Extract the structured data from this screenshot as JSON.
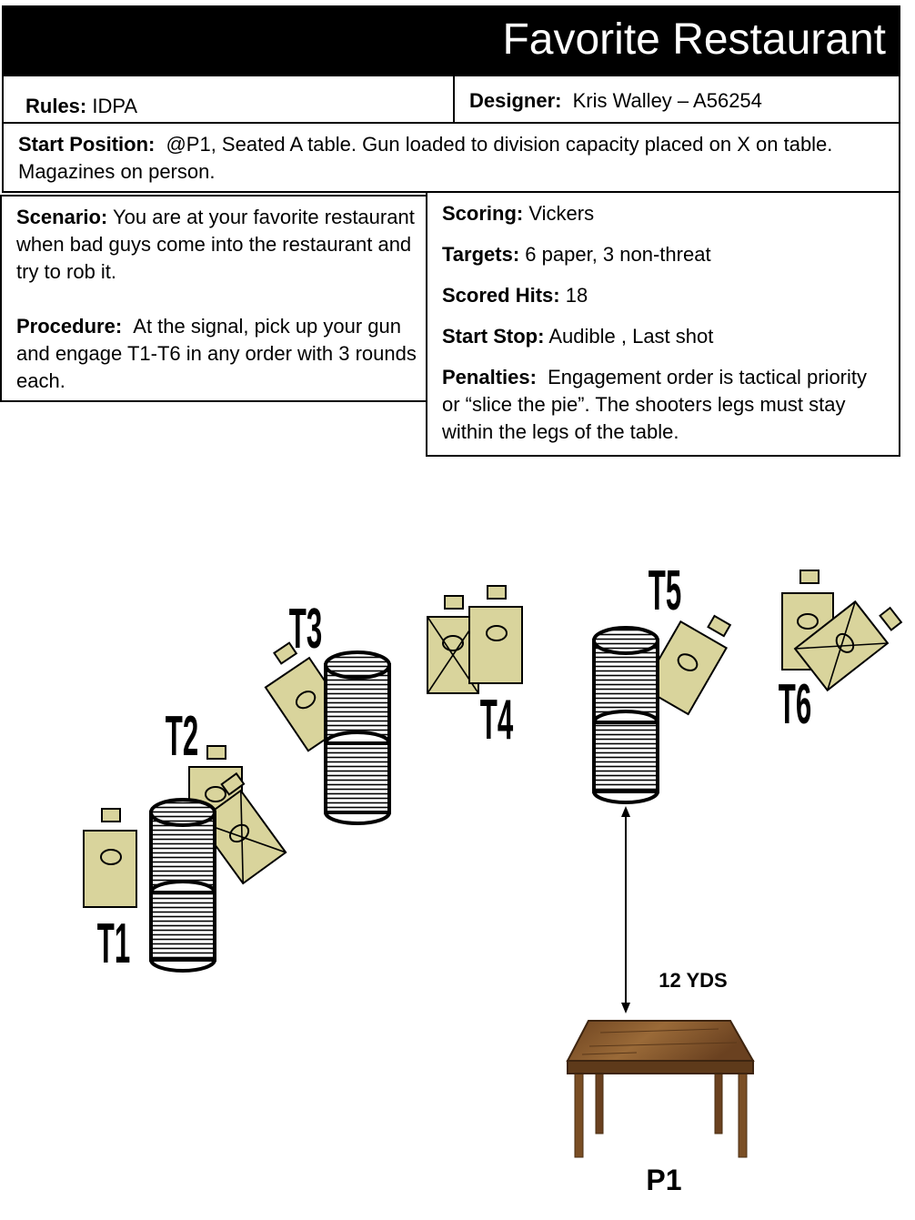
{
  "title": "Favorite Restaurant",
  "rules": {
    "label": "Rules:",
    "value": "IDPA"
  },
  "designer": {
    "label": "Designer:",
    "value": "Kris Walley – A56254"
  },
  "start_position": {
    "label": "Start Position:",
    "value": "@P1, Seated A table.  Gun loaded to division capacity placed on X on table.  Magazines on person."
  },
  "scenario": {
    "label": "Scenario:",
    "value": "You are at your favorite restaurant when bad guys come into the restaurant and try to rob it."
  },
  "procedure": {
    "label": "Procedure:",
    "value": "At the signal, pick up your gun and engage T1-T6  in any order with 3 rounds each."
  },
  "scoring": {
    "label": "Scoring:",
    "value": "Vickers"
  },
  "targets": {
    "label": "Targets:",
    "value": "6 paper, 3 non-threat"
  },
  "scored_hits": {
    "label": "Scored Hits:",
    "value": "18"
  },
  "start_stop": {
    "label": "Start Stop:",
    "value": "Audible , Last shot"
  },
  "penalties": {
    "label": "Penalties:",
    "value": "Engagement order is tactical priority or “slice the pie”.  The shooters legs must stay within the legs of the table."
  },
  "diagram": {
    "target_labels": [
      "T1",
      "T2",
      "T3",
      "T4",
      "T5",
      "T6"
    ],
    "distance_label": "12 YDS",
    "position_label": "P1",
    "colors": {
      "target": "#d9d49c",
      "table_top": "#8a5a2b",
      "table_leg": "#7a4e25"
    }
  }
}
